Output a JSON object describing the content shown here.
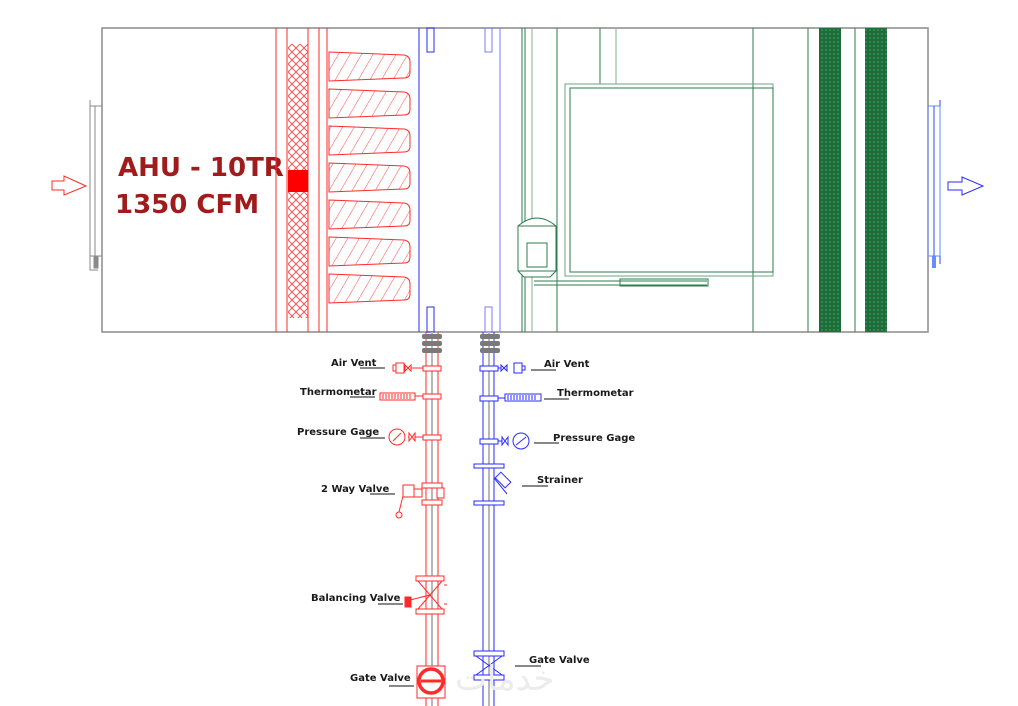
{
  "unit": {
    "title_line1": "AHU - 10TR",
    "title_line2": "1350 CFM"
  },
  "colors": {
    "supply": "#ff1a1a",
    "return": "#1a1aff",
    "fan": "#2e7d4f",
    "casing": "#8a8a8a",
    "title": "#a01c1c",
    "filter_dark": "#1f6b3a"
  },
  "supply_line": {
    "labels": {
      "air_vent": "Air Vent",
      "thermometer": "Thermometar",
      "pressure_gage": "Pressure Gage",
      "two_way_valve": "2 Way Valve",
      "balancing_valve": "Balancing Valve",
      "gate_valve": "Gate Valve"
    }
  },
  "return_line": {
    "labels": {
      "air_vent": "Air Vent",
      "thermometer": "Thermometar",
      "pressure_gage": "Pressure Gage",
      "strainer": "Strainer",
      "gate_valve": "Gate Valve"
    }
  },
  "watermark": "خدمات"
}
